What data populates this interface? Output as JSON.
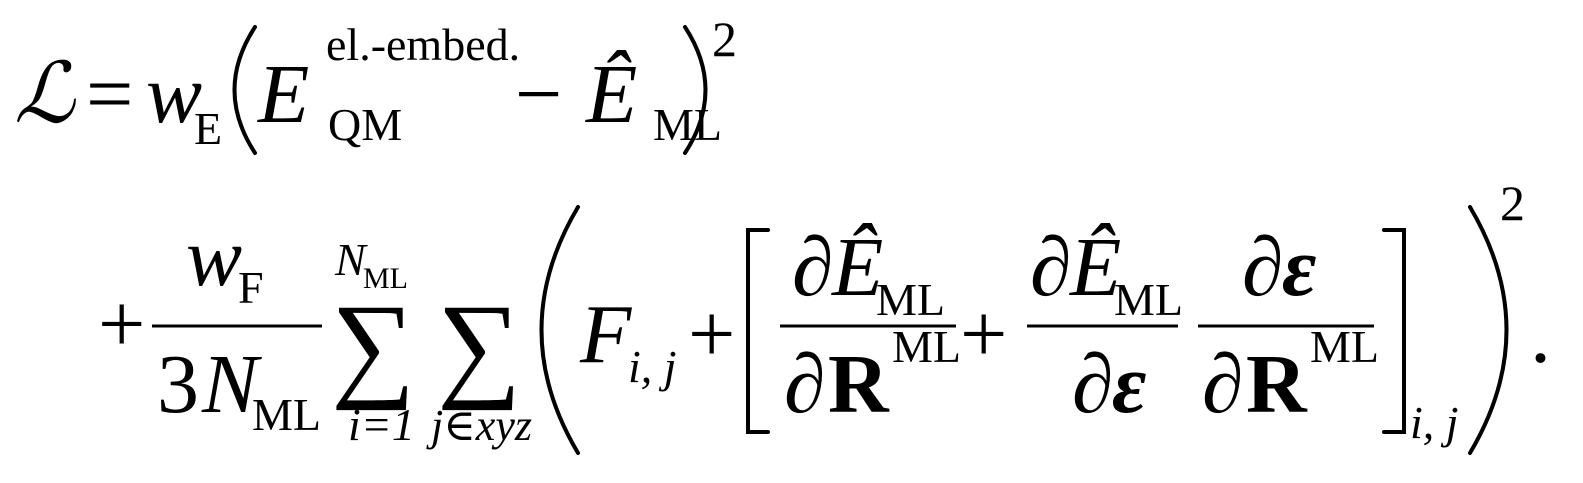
{
  "equation": {
    "loss_symbol": "ℒ",
    "equals": "=",
    "w": "w",
    "sub_E": "E",
    "sub_F": "F",
    "E": "E",
    "Ehat": "Ê",
    "sup_el_embed": "el.-embed.",
    "sub_QM": "QM",
    "sub_ML": "ML",
    "minus": "−",
    "square": "2",
    "plus": "+",
    "three": "3",
    "N": "N",
    "sum": "∑",
    "sum_lower_i": "i=1",
    "sum_lower_j": "j∈xyz",
    "F": "F",
    "sub_ij": "i, j",
    "partial": "∂",
    "R": "R",
    "sup_ML": "ML",
    "epsilon": "ε",
    "period": "."
  }
}
